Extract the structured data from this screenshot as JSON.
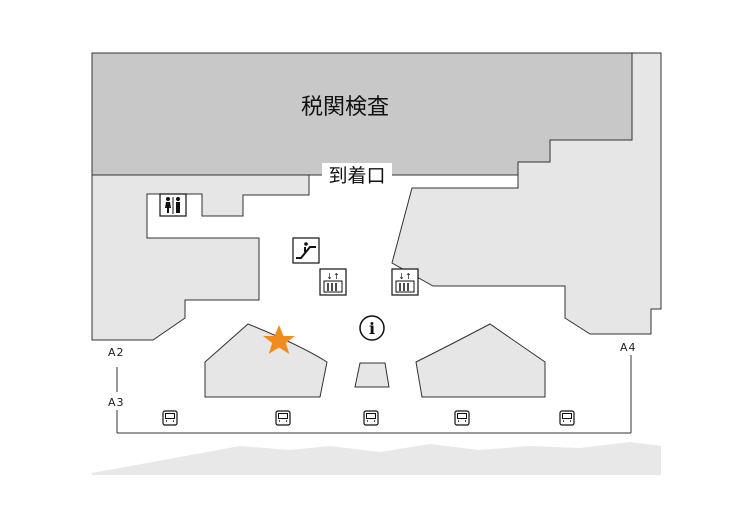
{
  "map": {
    "customs_label": "税関検査",
    "arrival_exit_label": "到着口",
    "gates": [
      "A2",
      "A3",
      "A4"
    ],
    "icons": {
      "restroom": "restroom-icon",
      "escalator": "escalator-icon",
      "elevator": "elevator-icon",
      "information": "information-icon",
      "current_location": "star-icon",
      "bus": "bus-icon"
    },
    "colors": {
      "customs_area": "#c8c8c8",
      "building": "#e6e6e6",
      "outline": "#333333",
      "current_location": "#f08c1e",
      "curb": "#e8e8e8"
    }
  }
}
